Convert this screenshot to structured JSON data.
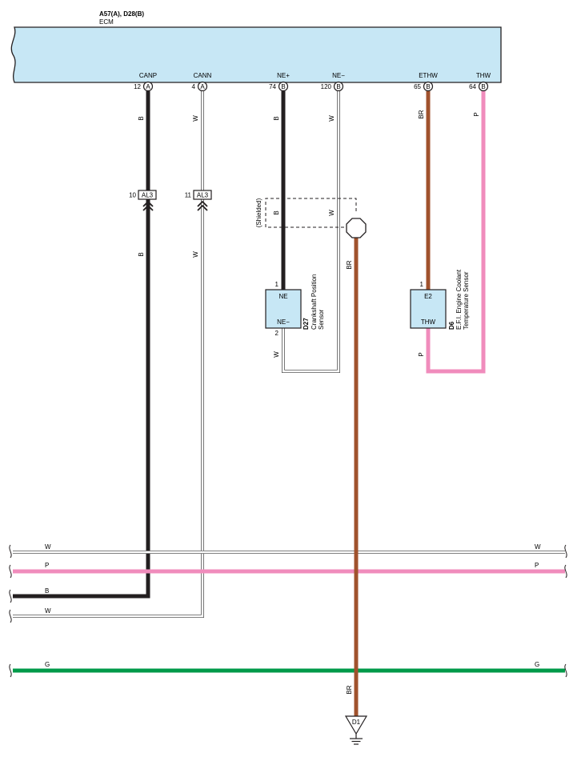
{
  "header": {
    "ids": "A57(A), D28(B)",
    "name": "ECM"
  },
  "ecm_pins": [
    {
      "signal": "CANP",
      "pin": "12",
      "conn": "A"
    },
    {
      "signal": "CANN",
      "pin": "4",
      "conn": "A"
    },
    {
      "signal": "NE+",
      "pin": "74",
      "conn": "B"
    },
    {
      "signal": "NE−",
      "pin": "120",
      "conn": "B"
    },
    {
      "signal": "ETHW",
      "pin": "65",
      "conn": "B"
    },
    {
      "signal": "THW",
      "pin": "64",
      "conn": "B"
    }
  ],
  "wire_colors": {
    "canp_top": "B",
    "cann_top": "W",
    "nep_top": "B",
    "nem_top": "W",
    "ethw": "BR",
    "thw_top": "P",
    "canp_mid": "B",
    "cann_mid": "W",
    "shield_b": "B",
    "shield_w": "W",
    "shield_drain": "BR",
    "nem_bottom": "W",
    "thw_bottom": "P",
    "ground": "BR"
  },
  "connectors": [
    {
      "pin": "10",
      "name": "AL3"
    },
    {
      "pin": "11",
      "name": "AL3"
    }
  ],
  "shielded_label": "(Shielded)",
  "crank_sensor": {
    "id": "D27",
    "name_line1": "Crankshaft Position",
    "name_line2": "Sensor",
    "pin_top": "1",
    "term_top": "NE",
    "pin_bottom": "2",
    "term_bottom": "NE−"
  },
  "coolant_sensor": {
    "id": "D6",
    "name_line1": "E.F.I. Engine Coolant",
    "name_line2": "Temperature Sensor",
    "pin_top": "1",
    "term_top": "E2",
    "term_bottom": "THW"
  },
  "bus_lines": [
    {
      "color_code": "W",
      "left_label": "W",
      "right_label": "W"
    },
    {
      "color_code": "P",
      "left_label": "P",
      "right_label": "P"
    },
    {
      "color_code": "B",
      "left_label": "B",
      "right_label": ""
    },
    {
      "color_code": "W",
      "left_label": "W",
      "right_label": ""
    },
    {
      "color_code": "G",
      "left_label": "G",
      "right_label": "G"
    }
  ],
  "ground": {
    "label": "D1",
    "wire_color": "BR"
  },
  "colors": {
    "ecm_fill": "#c7e7f5",
    "sensor_fill": "#c7e7f5",
    "black": "#231f20",
    "brown": "#a0522d",
    "pink": "#f08cbc",
    "green": "#009a49",
    "white_wire_edge": "#555555"
  }
}
